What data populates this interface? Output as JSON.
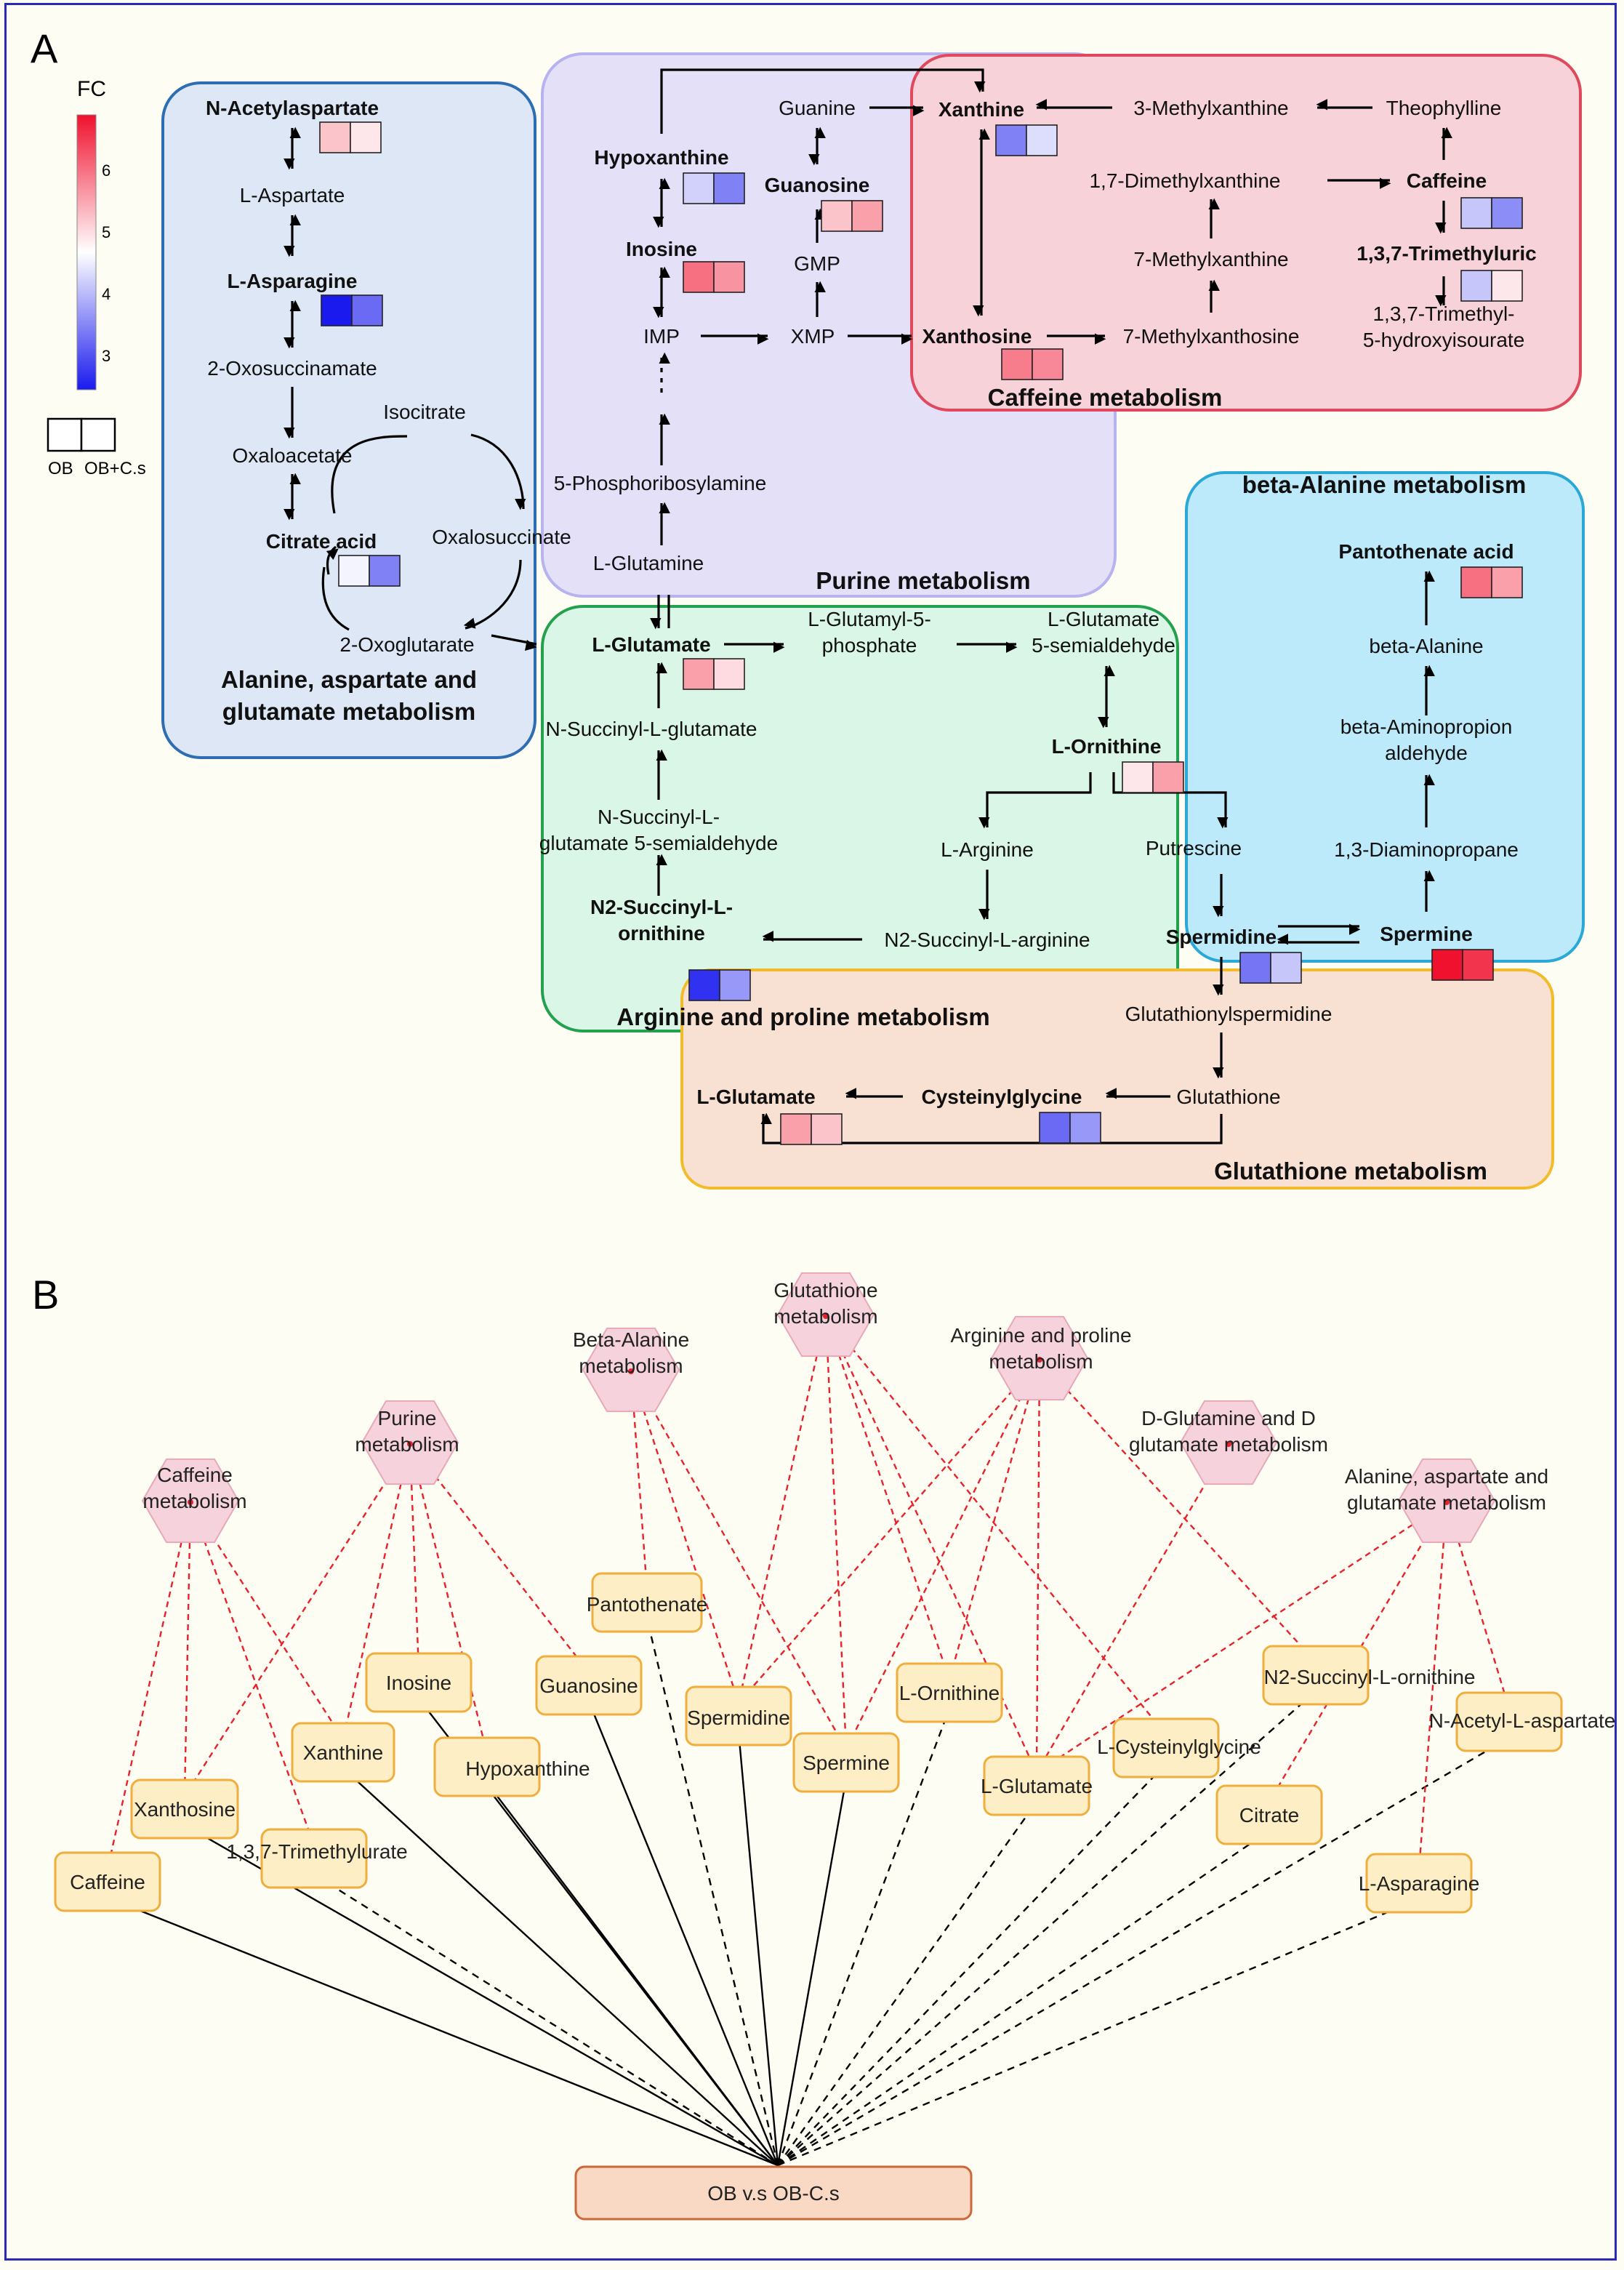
{
  "panel_labels": {
    "a": "A",
    "b": "B"
  },
  "legend": {
    "title": "FC",
    "ticks": [
      "6",
      "5",
      "4",
      "3"
    ],
    "colors": {
      "high": "#f0112e",
      "mid": "#ffffff",
      "low": "#1a1aef"
    },
    "box_labels": [
      "OB",
      "OB+C.s"
    ]
  },
  "regions": [
    {
      "name": "Alanine, aspartate and glutamate metabolism",
      "lines": [
        "Alanine, aspartate and",
        "glutamate metabolism"
      ],
      "fill": "#dde7f5",
      "stroke": "#2e6db4"
    },
    {
      "name": "Purine metabolism",
      "lines": [
        "Purine metabolism"
      ],
      "fill": "#e3e0f8",
      "stroke": "#b7b3ef"
    },
    {
      "name": "Caffeine metabolism",
      "lines": [
        "Caffeine metabolism"
      ],
      "fill": "#f7d2d8",
      "stroke": "#e0495d"
    },
    {
      "name": "beta-Alanine metabolism",
      "lines": [
        "beta-Alanine metabolism"
      ],
      "fill": "#bdeafa",
      "stroke": "#2aa9d8"
    },
    {
      "name": "Arginine and proline metabolism",
      "lines": [
        "Arginine and proline metabolism"
      ],
      "fill": "#d9f6e6",
      "stroke": "#23a14f"
    },
    {
      "name": "Glutathione metabolism",
      "lines": [
        "Glutathione metabolism"
      ],
      "fill": "#f8e0d3",
      "stroke": "#f2bb2a"
    }
  ],
  "metabolites": [
    {
      "id": "n_acetylaspartate",
      "lines": [
        "N-Acetylaspartate"
      ],
      "bold": true
    },
    {
      "id": "l_aspartate",
      "lines": [
        "L-Aspartate"
      ],
      "bold": false
    },
    {
      "id": "l_asparagine",
      "lines": [
        "L-Asparagine"
      ],
      "bold": true
    },
    {
      "id": "oxosuccinamate",
      "lines": [
        "2-Oxosuccinamate"
      ],
      "bold": false
    },
    {
      "id": "oxaloacetate",
      "lines": [
        "Oxaloacetate"
      ],
      "bold": false
    },
    {
      "id": "isocitrate",
      "lines": [
        "Isocitrate"
      ],
      "bold": false
    },
    {
      "id": "citrate",
      "lines": [
        "Citrate acid"
      ],
      "bold": true
    },
    {
      "id": "oxalosuccinate",
      "lines": [
        "Oxalosuccinate"
      ],
      "bold": false
    },
    {
      "id": "oxoglutarate",
      "lines": [
        "2-Oxoglutarate"
      ],
      "bold": false
    },
    {
      "id": "hypoxanthine",
      "lines": [
        "Hypoxanthine"
      ],
      "bold": true
    },
    {
      "id": "inosine",
      "lines": [
        "Inosine"
      ],
      "bold": true
    },
    {
      "id": "imp",
      "lines": [
        "IMP"
      ],
      "bold": false
    },
    {
      "id": "prib",
      "lines": [
        "5-Phosphoribosylamine"
      ],
      "bold": false
    },
    {
      "id": "l_glutamine",
      "lines": [
        "L-Glutamine"
      ],
      "bold": false
    },
    {
      "id": "guanine",
      "lines": [
        "Guanine"
      ],
      "bold": false
    },
    {
      "id": "guanosine",
      "lines": [
        "Guanosine"
      ],
      "bold": true
    },
    {
      "id": "gmp",
      "lines": [
        "GMP"
      ],
      "bold": false
    },
    {
      "id": "xmp",
      "lines": [
        "XMP"
      ],
      "bold": false
    },
    {
      "id": "xanthine",
      "lines": [
        "Xanthine"
      ],
      "bold": true
    },
    {
      "id": "methylxanthine3",
      "lines": [
        "3-Methylxanthine"
      ],
      "bold": false
    },
    {
      "id": "theophylline",
      "lines": [
        "Theophylline"
      ],
      "bold": false
    },
    {
      "id": "dimethylxanthine",
      "lines": [
        "1,7-Dimethylxanthine"
      ],
      "bold": false
    },
    {
      "id": "caffeine",
      "lines": [
        "Caffeine"
      ],
      "bold": true
    },
    {
      "id": "methylxanthine7",
      "lines": [
        "7-Methylxanthine"
      ],
      "bold": false
    },
    {
      "id": "trimethyluric",
      "lines": [
        "1,3,7-Trimethyluric"
      ],
      "bold": true
    },
    {
      "id": "xanthosine",
      "lines": [
        "Xanthosine"
      ],
      "bold": true
    },
    {
      "id": "methylxanthosine7",
      "lines": [
        "7-Methylxanthosine"
      ],
      "bold": false
    },
    {
      "id": "hydroxyisourate",
      "lines": [
        "1,3,7-Trimethyl-",
        "5-hydroxyisourate"
      ],
      "bold": false
    },
    {
      "id": "l_glutamate",
      "lines": [
        "L-Glutamate"
      ],
      "bold": true
    },
    {
      "id": "glutamyl_p",
      "lines": [
        "L-Glutamyl-5-",
        "phosphate"
      ],
      "bold": false
    },
    {
      "id": "glu_semialdehyde",
      "lines": [
        "L-Glutamate",
        "5-semialdehyde"
      ],
      "bold": false
    },
    {
      "id": "ornithine",
      "lines": [
        "L-Ornithine"
      ],
      "bold": true
    },
    {
      "id": "succ_glutamate",
      "lines": [
        "N-Succinyl-L-glutamate"
      ],
      "bold": false
    },
    {
      "id": "succ_glu_semi",
      "lines": [
        "N-Succinyl-L-",
        "glutamate 5-semialdehyde"
      ],
      "bold": false
    },
    {
      "id": "n2_succ_ornithine",
      "lines": [
        "N2-Succinyl-L-",
        "ornithine"
      ],
      "bold": true
    },
    {
      "id": "l_arginine",
      "lines": [
        "L-Arginine"
      ],
      "bold": false
    },
    {
      "id": "n2_succ_arginine",
      "lines": [
        "N2-Succinyl-L-arginine"
      ],
      "bold": false
    },
    {
      "id": "putrescine",
      "lines": [
        "Putrescine"
      ],
      "bold": false
    },
    {
      "id": "spermidine",
      "lines": [
        "Spermidine"
      ],
      "bold": true
    },
    {
      "id": "spermine",
      "lines": [
        "Spermine"
      ],
      "bold": true
    },
    {
      "id": "diaminopropane",
      "lines": [
        "1,3-Diaminopropane"
      ],
      "bold": false
    },
    {
      "id": "aminopropion",
      "lines": [
        "beta-Aminopropion",
        "aldehyde"
      ],
      "bold": false
    },
    {
      "id": "beta_alanine",
      "lines": [
        "beta-Alanine"
      ],
      "bold": false
    },
    {
      "id": "pantothenate_acid",
      "lines": [
        "Pantothenate acid"
      ],
      "bold": true
    },
    {
      "id": "glutathionylspermidine",
      "lines": [
        "Glutathionylspermidine"
      ],
      "bold": false
    },
    {
      "id": "glutathione",
      "lines": [
        "Glutathione"
      ],
      "bold": false
    },
    {
      "id": "cysteinylglycine",
      "lines": [
        "Cysteinylglycine"
      ],
      "bold": true
    },
    {
      "id": "l_glutamate_2",
      "lines": [
        "L-Glutamate"
      ],
      "bold": true
    }
  ],
  "fold_changes": [
    {
      "metabolite": "N-Acetylaspartate",
      "ob": 5.3,
      "ob_cs": 5.0
    },
    {
      "metabolite": "L-Asparagine",
      "ob": 2.6,
      "ob_cs": 3.5
    },
    {
      "metabolite": "Citrate acid",
      "ob": 4.7,
      "ob_cs": 3.7
    },
    {
      "metabolite": "Hypoxanthine",
      "ob": 4.4,
      "ob_cs": 3.7
    },
    {
      "metabolite": "Inosine",
      "ob": 6.0,
      "ob_cs": 5.7
    },
    {
      "metabolite": "Guanosine",
      "ob": 5.3,
      "ob_cs": 5.6
    },
    {
      "metabolite": "Xanthine",
      "ob": 3.7,
      "ob_cs": 4.5
    },
    {
      "metabolite": "Caffeine",
      "ob": 4.3,
      "ob_cs": 3.8
    },
    {
      "metabolite": "1,3,7-Trimethyluric",
      "ob": 4.3,
      "ob_cs": 5.0
    },
    {
      "metabolite": "Xanthosine",
      "ob": 5.9,
      "ob_cs": 5.8
    },
    {
      "metabolite": "L-Glutamate",
      "ob": 5.6,
      "ob_cs": 5.1
    },
    {
      "metabolite": "L-Ornithine",
      "ob": 5.0,
      "ob_cs": 5.6
    },
    {
      "metabolite": "N2-Succinyl-L-ornithine",
      "ob": 3.0,
      "ob_cs": 3.9
    },
    {
      "metabolite": "Spermidine",
      "ob": 3.6,
      "ob_cs": 4.3
    },
    {
      "metabolite": "Spermine",
      "ob": 6.9,
      "ob_cs": 6.5
    },
    {
      "metabolite": "Pantothenate acid",
      "ob": 6.0,
      "ob_cs": 5.6
    },
    {
      "metabolite": "Cysteinylglycine",
      "ob": 3.5,
      "ob_cs": 3.9
    },
    {
      "metabolite": "L-Glutamate (glutathione)",
      "ob": 5.6,
      "ob_cs": 5.3
    }
  ],
  "network": {
    "pathways": [
      {
        "id": "caffeine",
        "lines": [
          "Caffeine",
          "metabolism"
        ]
      },
      {
        "id": "purine",
        "lines": [
          "Purine",
          "metabolism"
        ]
      },
      {
        "id": "beta_alanine",
        "lines": [
          "Beta-Alanine",
          "metabolism"
        ]
      },
      {
        "id": "glutathione",
        "lines": [
          "Glutathione",
          "metabolism"
        ]
      },
      {
        "id": "arginine",
        "lines": [
          "Arginine and proline",
          "metabolism"
        ]
      },
      {
        "id": "dglutamine",
        "lines": [
          "D-Glutamine and D",
          "glutamate metabolism"
        ]
      },
      {
        "id": "alanine",
        "lines": [
          "Alanine, aspartate and",
          "glutamate metabolism"
        ]
      }
    ],
    "metabolites": [
      {
        "id": "caffeine",
        "label": "Caffeine"
      },
      {
        "id": "xanthosine",
        "label": "Xanthosine"
      },
      {
        "id": "trimethylurate",
        "label": "1,3,7-Trimethylurate"
      },
      {
        "id": "xanthine",
        "label": "Xanthine"
      },
      {
        "id": "inosine",
        "label": "Inosine"
      },
      {
        "id": "hypoxanthine",
        "label": "Hypoxanthine"
      },
      {
        "id": "guanosine",
        "label": "Guanosine"
      },
      {
        "id": "pantothenate",
        "label": "Pantothenate"
      },
      {
        "id": "spermidine",
        "label": "Spermidine"
      },
      {
        "id": "spermine",
        "label": "Spermine"
      },
      {
        "id": "ornithine",
        "label": "L-Ornithine"
      },
      {
        "id": "glutamate",
        "label": "L-Glutamate"
      },
      {
        "id": "cysteinylglycine",
        "label": "L-Cysteinylglycine"
      },
      {
        "id": "n2succ",
        "label": "N2-Succinyl-L-ornithine"
      },
      {
        "id": "citrate",
        "label": "Citrate"
      },
      {
        "id": "asparagine",
        "label": "L-Asparagine"
      },
      {
        "id": "nacetyl",
        "label": "N-Acetyl-L-aspartate"
      }
    ],
    "root": {
      "label": "OB v.s OB-C.s"
    },
    "pathway_links": [
      [
        "caffeine",
        "xanthosine"
      ],
      [
        "caffeine",
        "trimethylurate"
      ],
      [
        "caffeine",
        "xanthine"
      ],
      [
        "caffeine",
        "caffeine"
      ],
      [
        "purine",
        "xanthosine"
      ],
      [
        "purine",
        "inosine"
      ],
      [
        "purine",
        "hypoxanthine"
      ],
      [
        "purine",
        "guanosine"
      ],
      [
        "purine",
        "xanthine"
      ],
      [
        "beta_alanine",
        "pantothenate"
      ],
      [
        "beta_alanine",
        "spermidine"
      ],
      [
        "beta_alanine",
        "spermine"
      ],
      [
        "glutathione",
        "spermidine"
      ],
      [
        "glutathione",
        "spermine"
      ],
      [
        "glutathione",
        "ornithine"
      ],
      [
        "glutathione",
        "glutamate"
      ],
      [
        "glutathione",
        "cysteinylglycine"
      ],
      [
        "arginine",
        "spermidine"
      ],
      [
        "arginine",
        "spermine"
      ],
      [
        "arginine",
        "ornithine"
      ],
      [
        "arginine",
        "glutamate"
      ],
      [
        "arginine",
        "n2succ"
      ],
      [
        "dglutamine",
        "glutamate"
      ],
      [
        "alanine",
        "glutamate"
      ],
      [
        "alanine",
        "citrate"
      ],
      [
        "alanine",
        "asparagine"
      ],
      [
        "alanine",
        "nacetyl"
      ]
    ],
    "root_links": [
      {
        "to": "caffeine",
        "style": "solid"
      },
      {
        "to": "xanthosine",
        "style": "solid"
      },
      {
        "to": "trimethylurate",
        "style": "dashed"
      },
      {
        "to": "xanthine",
        "style": "solid"
      },
      {
        "to": "inosine",
        "style": "solid"
      },
      {
        "to": "hypoxanthine",
        "style": "solid"
      },
      {
        "to": "guanosine",
        "style": "solid"
      },
      {
        "to": "pantothenate",
        "style": "dashed"
      },
      {
        "to": "spermidine",
        "style": "solid"
      },
      {
        "to": "spermine",
        "style": "solid"
      },
      {
        "to": "ornithine",
        "style": "dashed"
      },
      {
        "to": "glutamate",
        "style": "dashed"
      },
      {
        "to": "cysteinylglycine",
        "style": "dashed"
      },
      {
        "to": "n2succ",
        "style": "dashed"
      },
      {
        "to": "citrate",
        "style": "dashed"
      },
      {
        "to": "asparagine",
        "style": "dashed"
      },
      {
        "to": "nacetyl",
        "style": "dashed"
      }
    ]
  }
}
